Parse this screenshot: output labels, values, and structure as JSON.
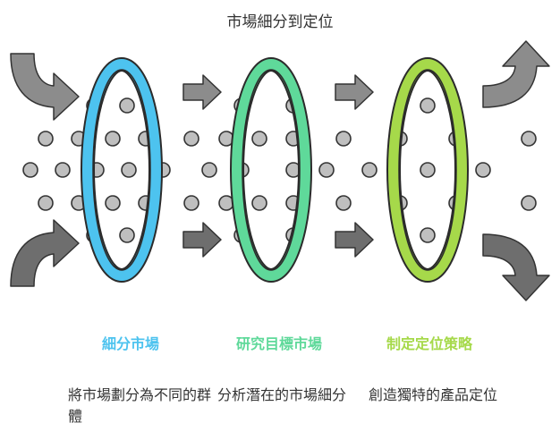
{
  "title": "市場細分到定位",
  "stages": [
    {
      "title": "細分市場",
      "description": "將市場劃分為不同的群體",
      "color": "#4dc3ef"
    },
    {
      "title": "研究目標市場",
      "description": "分析潛在的市場細分",
      "color": "#5fd99a"
    },
    {
      "title": "制定定位策略",
      "description": "創造獨特的產品定位",
      "color": "#a6d94a"
    }
  ],
  "colors": {
    "dot": "#bfbfbf",
    "dot_stroke": "#333333",
    "arrow": "#8c8c8c",
    "arrow_dark": "#6e6e6e"
  }
}
